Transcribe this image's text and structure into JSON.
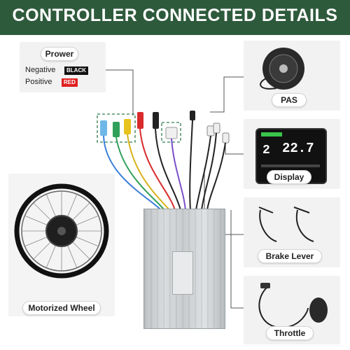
{
  "header": {
    "title": "CONTROLLER CONNECTED DETAILS"
  },
  "power": {
    "title": "Prower",
    "negative_label": "Negative",
    "negative_color": "BLACK",
    "positive_label": "Positive",
    "positive_color": "RED"
  },
  "components": {
    "pas": "PAS",
    "display": "Display",
    "brake_lever": "Brake Lever",
    "throttle": "Throttle",
    "motorized_wheel": "Motorized Wheel"
  },
  "display_screen": {
    "gear": "2",
    "speed": "22.7"
  },
  "colors": {
    "banner": "#2e5a3c",
    "panel": "#f2f2f2",
    "tag_black": "#111111",
    "tag_red": "#e02020",
    "connector_outline": "#2e7d4f"
  }
}
